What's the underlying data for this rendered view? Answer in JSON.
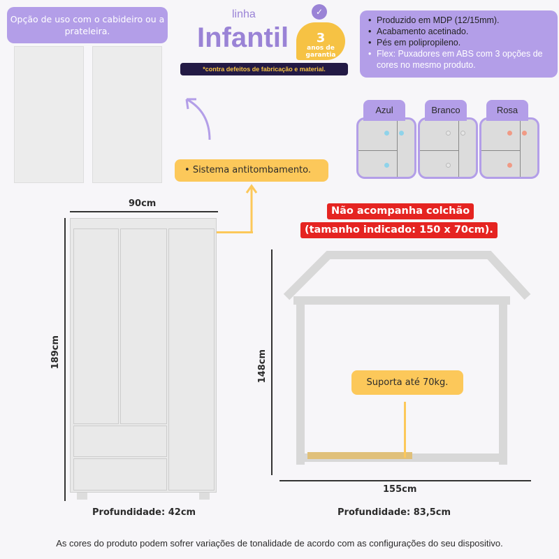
{
  "usage_note": "Opção de uso com o cabideiro ou a prateleira.",
  "logo": {
    "line": "linha",
    "brand": "Infantil",
    "seal_number": "3",
    "seal_text": "anos de garantia",
    "disclaimer": "*contra defeitos de fabricação e material."
  },
  "specs": [
    "Produzido em MDP (12/15mm).",
    "Acabamento acetinado.",
    "Pés em polipropileno.",
    "Flex: Puxadores em ABS com 3 opções de cores no mesmo produto."
  ],
  "colors": [
    {
      "label": "Azul",
      "hex": "#8fd3ea"
    },
    {
      "label": "Branco",
      "hex": "#e6e6e6"
    },
    {
      "label": "Rosa",
      "hex": "#f09a85"
    }
  ],
  "feature": "Sistema antitombamento.",
  "wardrobe": {
    "width": "90cm",
    "height": "189cm",
    "depth": "Profundidade: 42cm"
  },
  "bed": {
    "notice_line1": "Não acompanha colchão",
    "notice_line2": "(tamanho indicado: 150 x 70cm).",
    "height": "148cm",
    "width": "155cm",
    "depth": "Profundidade: 83,5cm",
    "capacity": "Suporta até 70kg."
  },
  "footer": "As cores do produto podem sofrer variações de tonalidade de acordo com as configurações do seu dispositivo."
}
